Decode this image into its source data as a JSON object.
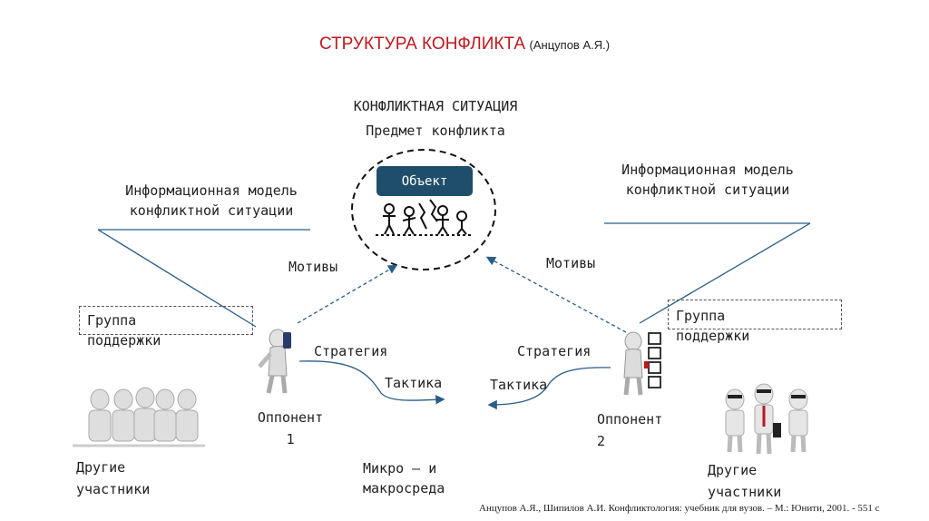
{
  "title": {
    "main": "СТРУКТУРА КОНФЛИКТА",
    "author": "(Анцупов А.Я.)"
  },
  "conflict_situation": "КОНФЛИКТНАЯ СИТУАЦИЯ",
  "subject": "Предмет конфликта",
  "object_label": "Объект",
  "info_model_left": [
    "Информационная модель",
    "конфликтной ситуации"
  ],
  "info_model_right": [
    "Информационная модель",
    "конфликтной ситуации"
  ],
  "motives_left": "Мотивы",
  "motives_right": "Мотивы",
  "support_left": [
    "Группа",
    "поддержки"
  ],
  "support_right": [
    "Группа",
    "поддержки"
  ],
  "strategy_left": "Стратегия",
  "tactics_left": "Тактика",
  "strategy_right": "Стратегия",
  "tactics_right": "Тактика",
  "opponent1": [
    "Оппонент",
    "1"
  ],
  "opponent2": [
    "Оппонент",
    "2"
  ],
  "others_left": [
    "Другие",
    "участники"
  ],
  "others_right": [
    "Другие",
    "участники"
  ],
  "environment": [
    "Микро – и",
    "макросреда"
  ],
  "footer": "Анцупов А.Я., Шипилов А.И. Конфликтология: учебник для вузов. – М.: Юнити, 2001. - 551 с",
  "colors": {
    "title": "#c0171c",
    "line": "#2a5d86",
    "object_box": "#1f4e6a"
  }
}
